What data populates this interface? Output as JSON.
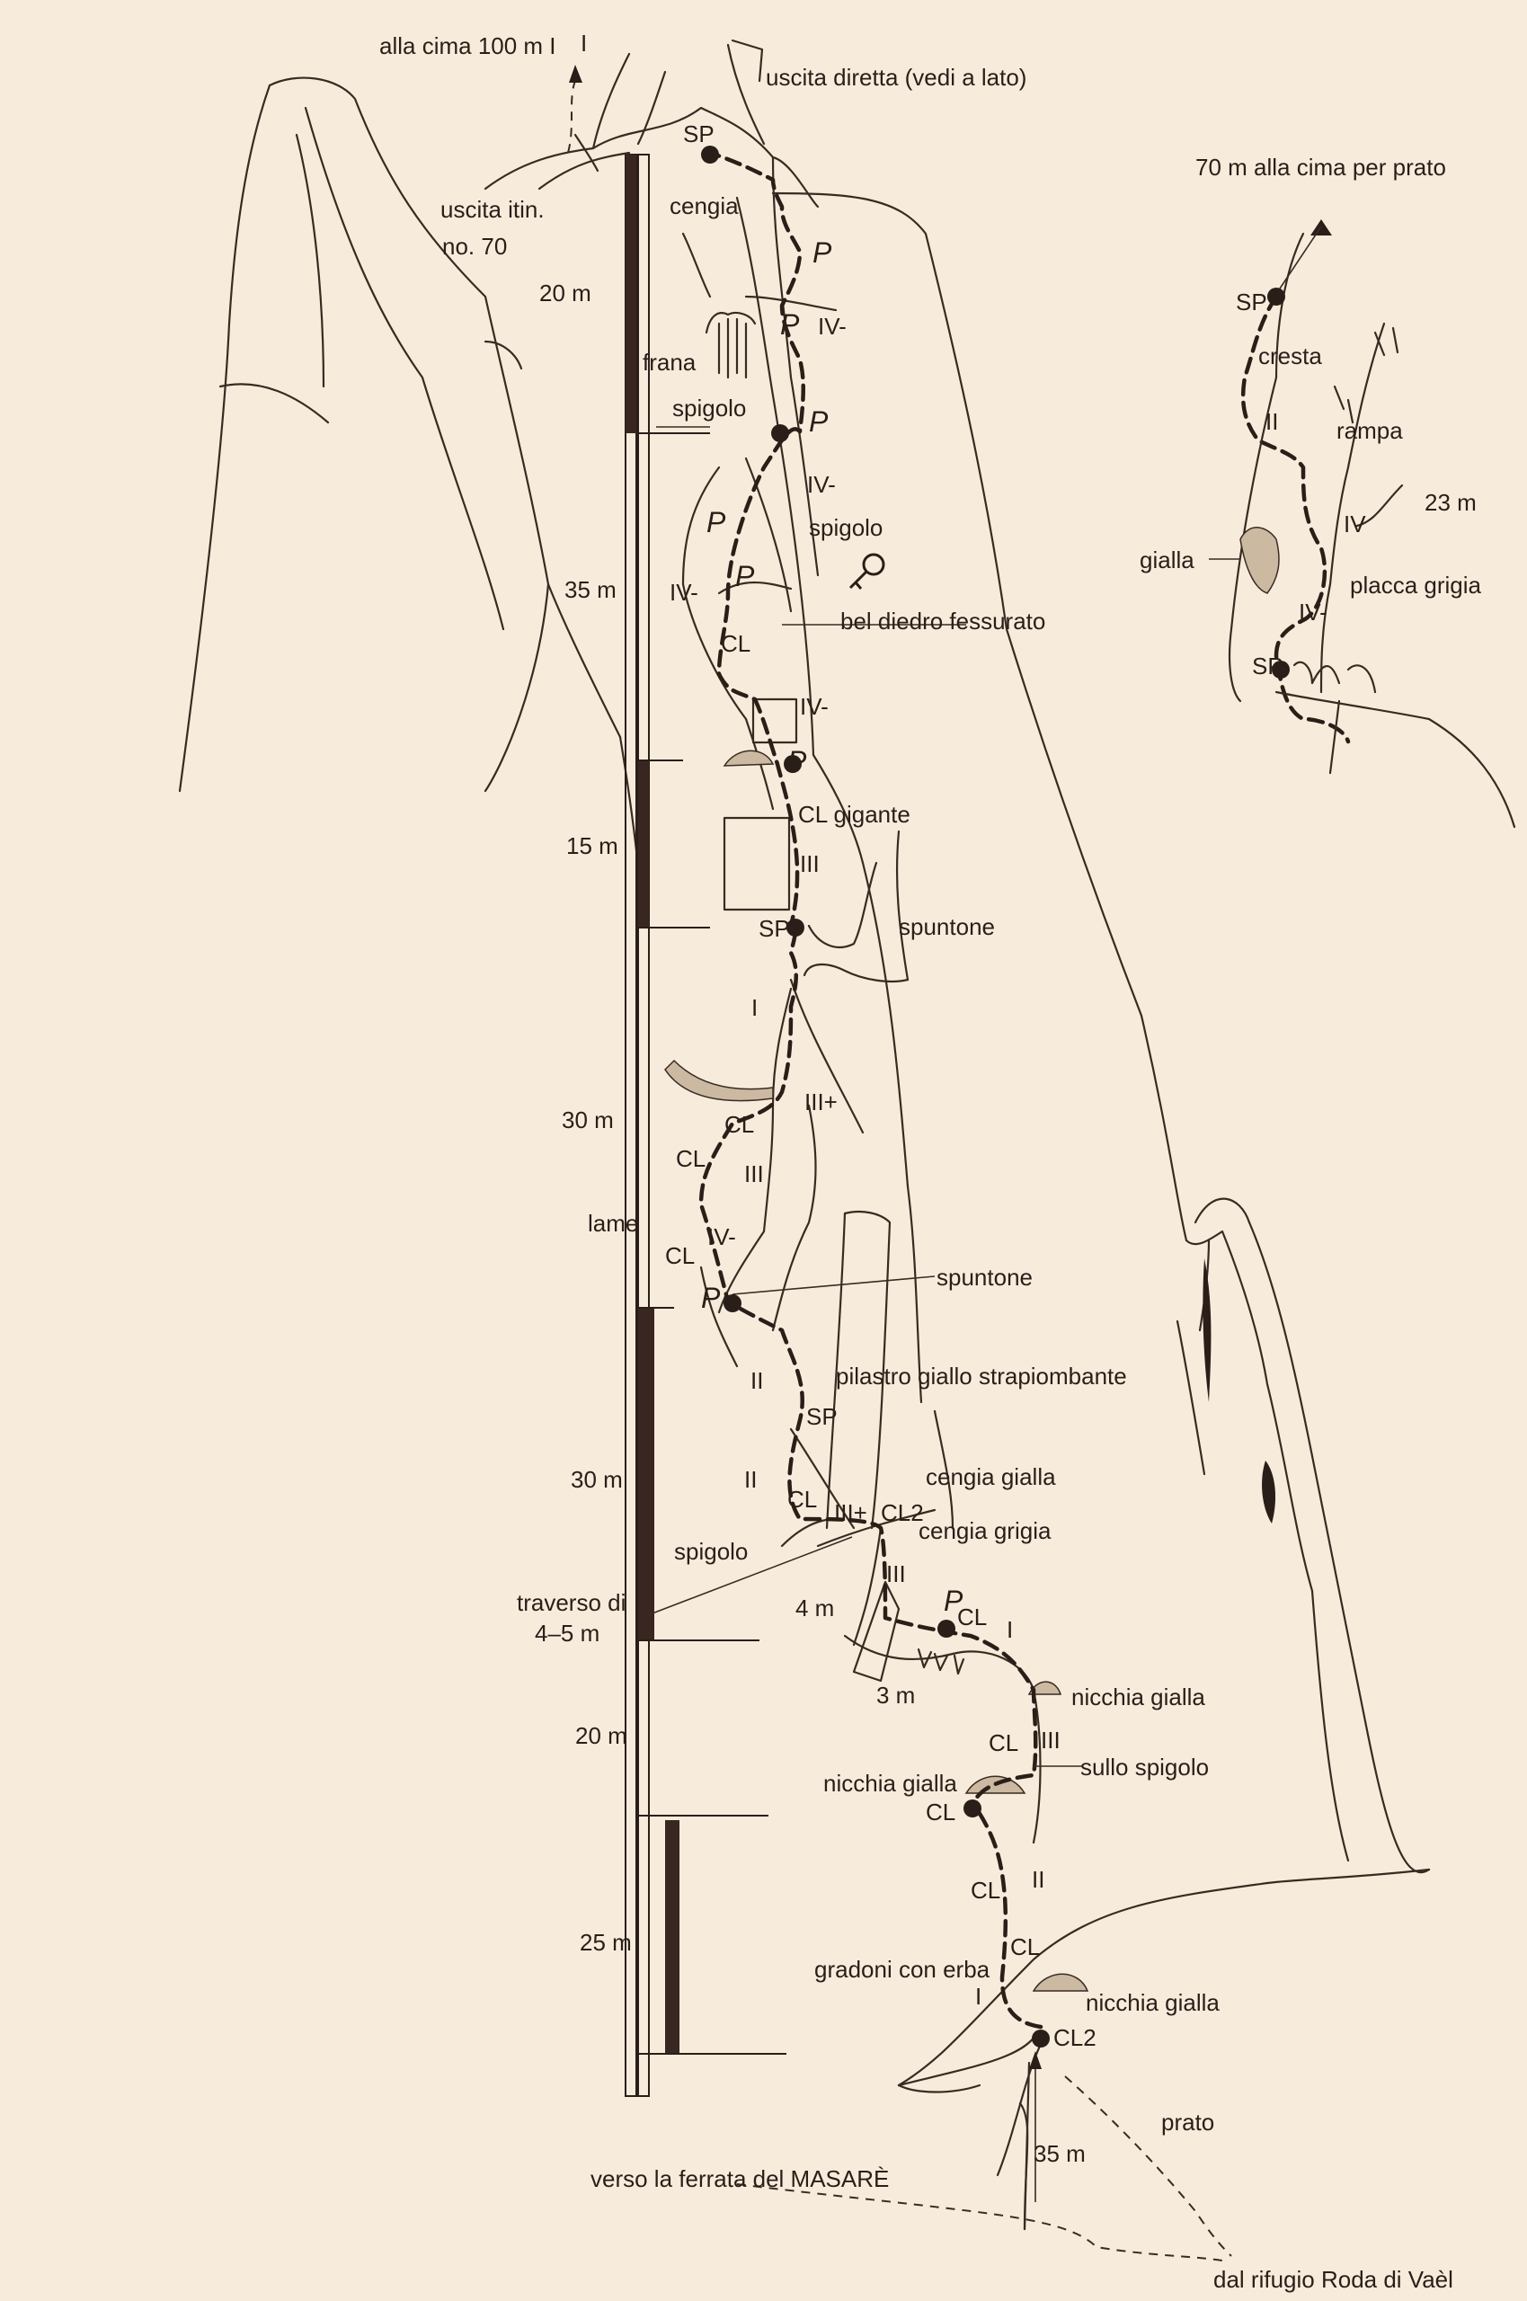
{
  "diagram": {
    "top_labels": {
      "summit": "alla cima 100 m I",
      "direct_exit": "uscita diretta (vedi a lato)",
      "itin_exit_line1": "uscita itin.",
      "itin_exit_line2": "no. 70"
    },
    "scale": {
      "lengths": [
        "20 m",
        "35 m",
        "15 m",
        "30 m",
        "30 m",
        "20 m",
        "25 m"
      ]
    },
    "inset": {
      "top": "70 m alla cima per prato",
      "sp_top": "SP",
      "cresta": "cresta",
      "ii": "II",
      "rampa": "rampa",
      "length": "23 m",
      "iv": "IV",
      "gialla": "gialla",
      "placca": "placca grigia",
      "iv_minus": "IV-",
      "sp_bottom": "SP"
    },
    "features": {
      "sp1": "SP",
      "cengia": "cengia",
      "frana": "frana",
      "spigolo_1": "spigolo",
      "spigolo_2": "spigolo",
      "diedro": "bel diedro fessurato",
      "cl_gigante": "CL gigante",
      "spuntone_1": "spuntone",
      "sp_2": "SP",
      "lame": "lame",
      "spuntone_2": "spuntone",
      "pilastro": "pilastro giallo strapiombante",
      "sp_3": "SP",
      "cengia_gialla": "cengia gialla",
      "cengia_grigia": "cengia grigia",
      "spigolo_3": "spigolo",
      "traverso_line1": "traverso di",
      "traverso_line2": "4–5 m",
      "four_m": "4 m",
      "three_m": "3 m",
      "nicchia_1": "nicchia gialla",
      "sullo_spigolo": "sullo spigolo",
      "nicchia_2": "nicchia gialla",
      "gradoni": "gradoni con erba",
      "nicchia_3": "nicchia gialla",
      "cl2_bottom": "CL2",
      "prato": "prato",
      "start_length": "35 m",
      "ferrata": "verso la ferrata del MASARÈ",
      "rifugio": "dal rifugio Roda di Vaèl"
    },
    "grades": {
      "g1": "IV-",
      "g2": "IV-",
      "g3": "IV-",
      "g4": "IV-",
      "g5": "III",
      "g6": "I",
      "g7": "III+",
      "g8": "III",
      "g9": "IV-",
      "g10": "II",
      "g11": "II",
      "g12": "III+",
      "g13": "III",
      "g14": "I",
      "g15": "III",
      "g16": "II",
      "g17": "I",
      "g18": "I"
    },
    "cl_labels": {
      "c1": "CL",
      "c2": "CL",
      "c3": "CL",
      "c4": "CL",
      "c5": "CL",
      "c6": "CL2",
      "c7": "CL",
      "c8": "CL",
      "c9": "CL",
      "c10": "CL",
      "c11": "CL"
    }
  }
}
